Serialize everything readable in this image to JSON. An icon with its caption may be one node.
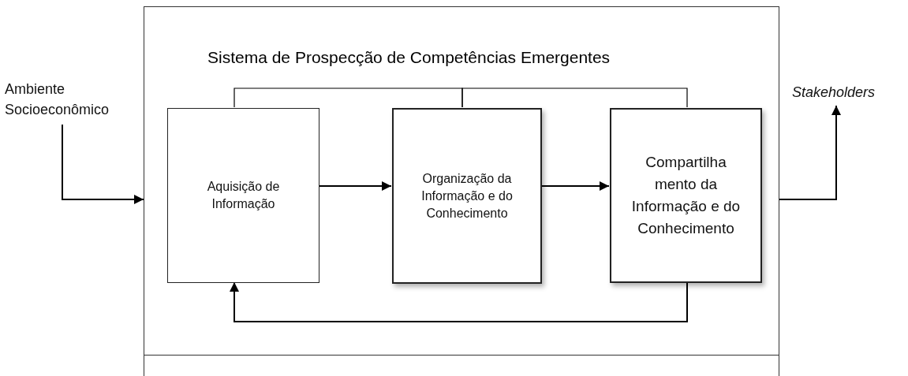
{
  "diagram": {
    "nodes": [
      {
        "text": [
          "Ambiente Socioeconômico"
        ]
      },
      {
        "text": [
          "Sistema de Prospecção de Competências Emergentes"
        ]
      },
      {
        "text": [
          "Aquisição de Informação"
        ],
        "in": 1
      },
      {
        "text": [
          "Organização da Informação e do Conhecimento"
        ],
        "in": 1
      },
      {
        "text": [
          "Compartilha mento da Informação e do Conhecimento"
        ],
        "in": 1
      },
      {
        "text": [
          "Stakeholders"
        ]
      }
    ],
    "edges": [
      {
        "from": 0,
        "to": 1,
        "arrow": "to"
      },
      {
        "from": 2,
        "to": 3,
        "arrow": "to"
      },
      {
        "from": 3,
        "to": 4,
        "arrow": "to"
      },
      {
        "from": 4,
        "to": 2,
        "arrow": "to"
      },
      {
        "from": 2,
        "to": 3,
        "arrow": "none"
      },
      {
        "from": 3,
        "to": 4,
        "arrow": "none"
      },
      {
        "from": 1,
        "to": 5,
        "arrow": "to"
      }
    ]
  }
}
